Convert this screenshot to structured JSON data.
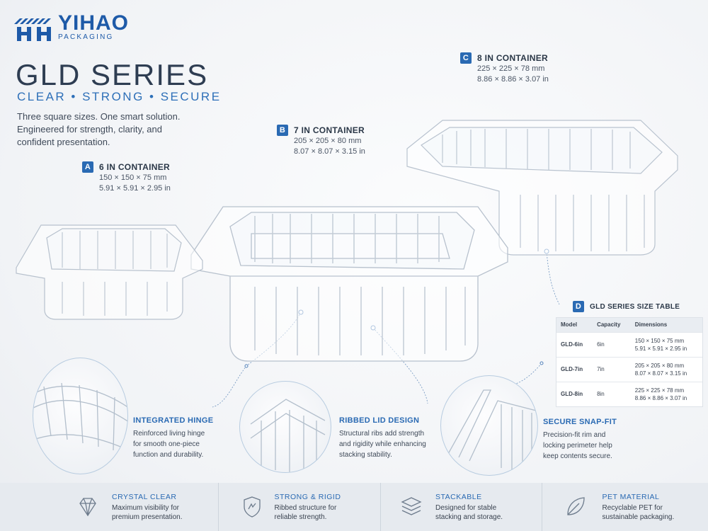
{
  "brand": {
    "name": "YIHAO",
    "sub": "PACKAGING"
  },
  "title": "GLD SERIES",
  "tagline": "CLEAR • STRONG • SECURE",
  "intro": [
    "Three square sizes. One smart solution.",
    "Engineered for strength, clarity, and",
    "confident presentation."
  ],
  "containers": [
    {
      "badge": "A",
      "name": "6 IN CONTAINER",
      "metric": "150 × 150 × 75 mm",
      "imperial": "5.91 × 5.91 × 2.95 in"
    },
    {
      "badge": "B",
      "name": "7 IN CONTAINER",
      "metric": "205 × 205 × 80 mm",
      "imperial": "8.07 × 8.07 × 3.15 in"
    },
    {
      "badge": "C",
      "name": "8 IN CONTAINER",
      "metric": "225 × 225 × 78 mm",
      "imperial": "8.86 × 8.86 × 3.07 in"
    }
  ],
  "size_table": {
    "badge": "D",
    "title": "GLD SERIES SIZE TABLE",
    "headers": [
      "Model",
      "Capacity",
      "Dimensions"
    ],
    "rows": [
      {
        "model": "GLD-6in",
        "capacity": "6in",
        "dim1": "150 × 150 × 75 mm",
        "dim2": "5.91 × 5.91 × 2.95 in"
      },
      {
        "model": "GLD-7in",
        "capacity": "7in",
        "dim1": "205 × 205 × 80 mm",
        "dim2": "8.07 × 8.07 × 3.15 in"
      },
      {
        "model": "GLD-8in",
        "capacity": "8in",
        "dim1": "225 × 225 × 78 mm",
        "dim2": "8.86 × 8.86 × 3.07 in"
      }
    ]
  },
  "features": [
    {
      "title": "INTEGRATED HINGE",
      "desc": [
        "Reinforced living hinge",
        "for smooth one-piece",
        "function and durability."
      ]
    },
    {
      "title": "RIBBED LID DESIGN",
      "desc": [
        "Structural ribs add strength",
        "and rigidity while enhancing",
        "stacking stability."
      ]
    },
    {
      "title": "SECURE SNAP-FIT",
      "desc": [
        "Precision-fit rim and",
        "locking perimeter help",
        "keep contents secure."
      ]
    }
  ],
  "bottom": [
    {
      "icon": "diamond-icon",
      "title": "CRYSTAL CLEAR",
      "desc": [
        "Maximum visibility for",
        "premium presentation."
      ]
    },
    {
      "icon": "shield-icon",
      "title": "STRONG & RIGID",
      "desc": [
        "Ribbed structure for",
        "reliable strength."
      ]
    },
    {
      "icon": "stack-layers-icon",
      "title": "STACKABLE",
      "desc": [
        "Designed for stable",
        "stacking and storage."
      ]
    },
    {
      "icon": "leaf-icon",
      "title": "PET MATERIAL",
      "desc": [
        "Recyclable PET for",
        "sustainable packaging."
      ]
    }
  ],
  "colors": {
    "accent": "#2a6ab3",
    "title": "#2e3d52",
    "brand": "#1e5aa8",
    "bar": "#e6eaef"
  }
}
